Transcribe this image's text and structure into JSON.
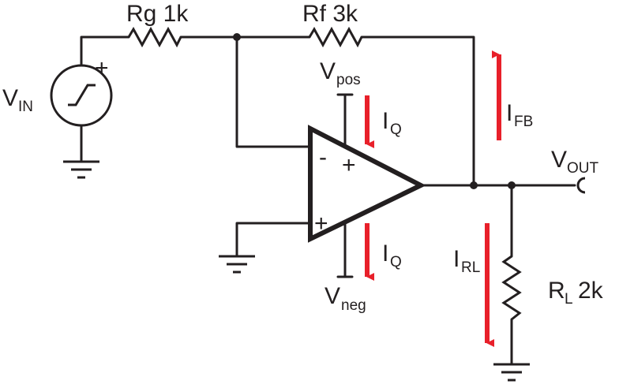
{
  "labels": {
    "rg": "Rg 1k",
    "rf": "Rf 3k",
    "vin_main": "V",
    "vin_sub": "IN",
    "vin_plus": "+",
    "vpos_main": "V",
    "vpos_sub": "pos",
    "vneg_main": "V",
    "vneg_sub": "neg",
    "iq_top_main": "I",
    "iq_top_sub": "Q",
    "iq_bot_main": "I",
    "iq_bot_sub": "Q",
    "ifb_main": "I",
    "ifb_sub": "FB",
    "irl_main": "I",
    "irl_sub": "RL",
    "vout_main": "V",
    "vout_sub": "OUT",
    "rl_main": "R",
    "rl_sub": "L",
    "rl_value": "2k",
    "opamp_minus": "-",
    "opamp_plus_top": "+",
    "opamp_plus_input": "+"
  },
  "colors": {
    "wire": "#231f20",
    "arrow": "#e8202a"
  },
  "icons": {
    "source": "step-voltage-source-icon",
    "ground": "ground-icon",
    "resistor": "resistor-icon",
    "opamp": "op-amp-icon",
    "terminal": "output-terminal-icon"
  }
}
